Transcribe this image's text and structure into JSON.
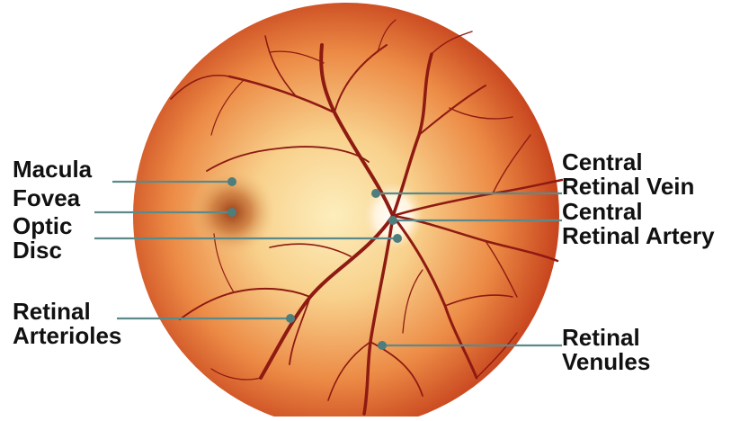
{
  "labels": {
    "macula": "Macula",
    "fovea": "Fovea",
    "optic_disc_line1": "Optic",
    "optic_disc_line2": "Disc",
    "retinal_arterioles_line1": "Retinal",
    "retinal_arterioles_line2": "Arterioles",
    "central_retinal_vein_line1": "Central",
    "central_retinal_vein_line2": "Retinal Vein",
    "central_retinal_artery_line1": "Central",
    "central_retinal_artery_line2": "Retinal Artery",
    "retinal_venules_line1": "Retinal",
    "retinal_venules_line2": "Venules"
  },
  "colors": {
    "leader_line": "#5c8a8a",
    "vessel": "#8e1a12",
    "retina_center": "#fbe6b0",
    "retina_edge": "#c9401c",
    "fovea": "#a3461c",
    "optic_disc": "#fff6e8"
  }
}
